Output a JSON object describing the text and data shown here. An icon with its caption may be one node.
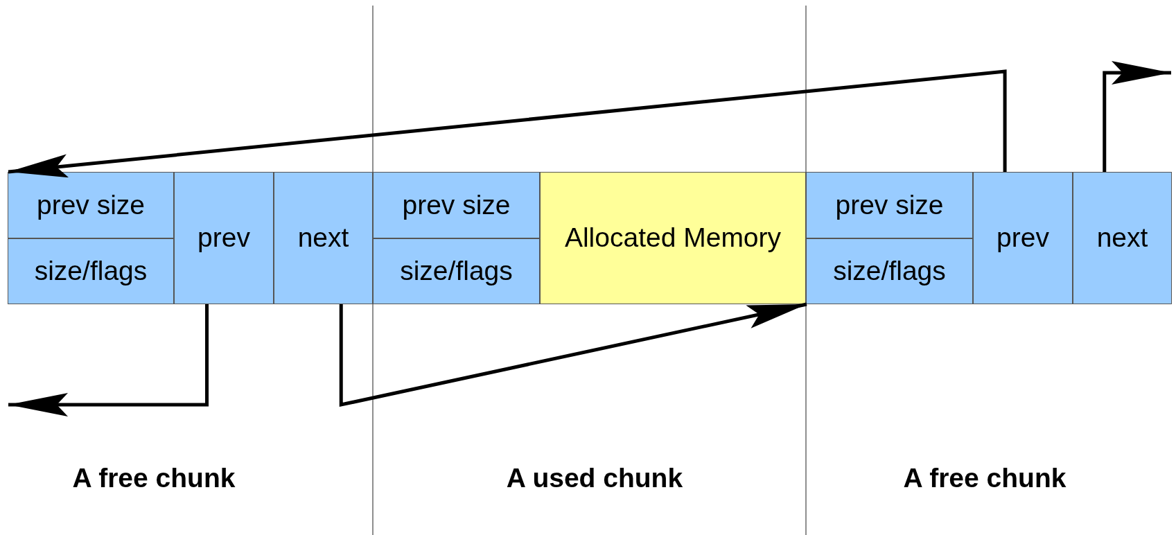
{
  "diagram": {
    "nodes": [
      {
        "text": [
          "prev size"
        ]
      },
      {
        "text": [
          "size/flags"
        ]
      },
      {
        "text": [
          "prev"
        ]
      },
      {
        "text": [
          "next"
        ]
      },
      {
        "text": [
          "prev size"
        ]
      },
      {
        "text": [
          "size/flags"
        ]
      },
      {
        "text": [
          "Allocated Memory"
        ]
      },
      {
        "text": [
          "prev size"
        ]
      },
      {
        "text": [
          "size/flags"
        ]
      },
      {
        "text": [
          "prev"
        ]
      },
      {
        "text": [
          "next"
        ]
      }
    ],
    "edges": [
      {
        "from": 9,
        "to": 0,
        "arrow": "to"
      },
      {
        "from": 10,
        "to": null,
        "arrow": "to"
      },
      {
        "from": 2,
        "to": null,
        "arrow": "to"
      },
      {
        "from": 3,
        "to": 8,
        "arrow": "to"
      }
    ],
    "labels": [
      "A free chunk",
      "A used chunk",
      "A free chunk"
    ]
  }
}
